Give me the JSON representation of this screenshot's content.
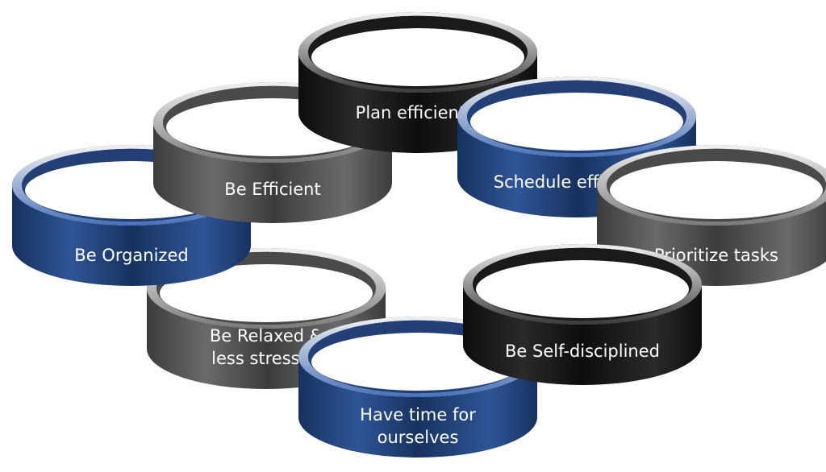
{
  "colors": {
    "black": {
      "face": "#0d0d0d",
      "faceMid": "#2a2a2a",
      "rim": "#3a3a3a",
      "inner": "#1a1a1a"
    },
    "gray": {
      "face": "#3c3c3c",
      "faceMid": "#6a6a6a",
      "rim": "#7a7a7a",
      "inner": "#4a4a4a"
    },
    "blue": {
      "face": "#17325f",
      "faceMid": "#2f5597",
      "rim": "#4a72b8",
      "inner": "#233f75"
    }
  },
  "rings": [
    {
      "id": "be-relaxed",
      "color": "gray",
      "lines": [
        "Be Relaxed &",
        "less stressed"
      ]
    },
    {
      "id": "have-time",
      "color": "blue",
      "lines": [
        "Have time for",
        "ourselves"
      ]
    },
    {
      "id": "be-organized",
      "color": "blue",
      "lines": [
        "Be Organized"
      ]
    },
    {
      "id": "be-efficient",
      "color": "gray",
      "lines": [
        "Be Efficient"
      ]
    },
    {
      "id": "plan-efficiently",
      "color": "black",
      "lines": [
        "Plan efficiently"
      ]
    },
    {
      "id": "schedule-efficiently",
      "color": "blue",
      "lines": [
        "Schedule efficiently"
      ]
    },
    {
      "id": "prioritize-tasks",
      "color": "gray",
      "lines": [
        "Prioritize tasks"
      ]
    },
    {
      "id": "be-self-disciplined",
      "color": "black",
      "lines": [
        "Be Self-disciplined"
      ]
    }
  ]
}
